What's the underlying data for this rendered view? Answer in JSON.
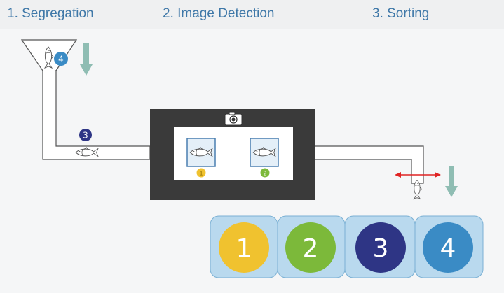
{
  "stages": [
    {
      "label": "1. Segregation"
    },
    {
      "label": "2. Image Detection"
    },
    {
      "label": "3. Sorting"
    }
  ],
  "badges": {
    "hopper": "4",
    "conveyor": "3",
    "detect_left": "1",
    "detect_right": "2"
  },
  "bins": [
    {
      "label": "1",
      "color": "#f0c22f"
    },
    {
      "label": "2",
      "color": "#7cb93a"
    },
    {
      "label": "3",
      "color": "#2e3585"
    },
    {
      "label": "4",
      "color": "#3a8bc5"
    }
  ],
  "colors": {
    "title": "#3f78a8",
    "flow_arrow": "#8fbdb3",
    "camera_box": "#3a3a3a",
    "bin_panel": "#b9d9ee",
    "sorter_arrow": "#e02424",
    "badge_hopper": "#3a8bc5",
    "badge_conveyor": "#2e3585",
    "badge_detect_left": "#f0c22f",
    "badge_detect_right": "#7cb93a"
  }
}
